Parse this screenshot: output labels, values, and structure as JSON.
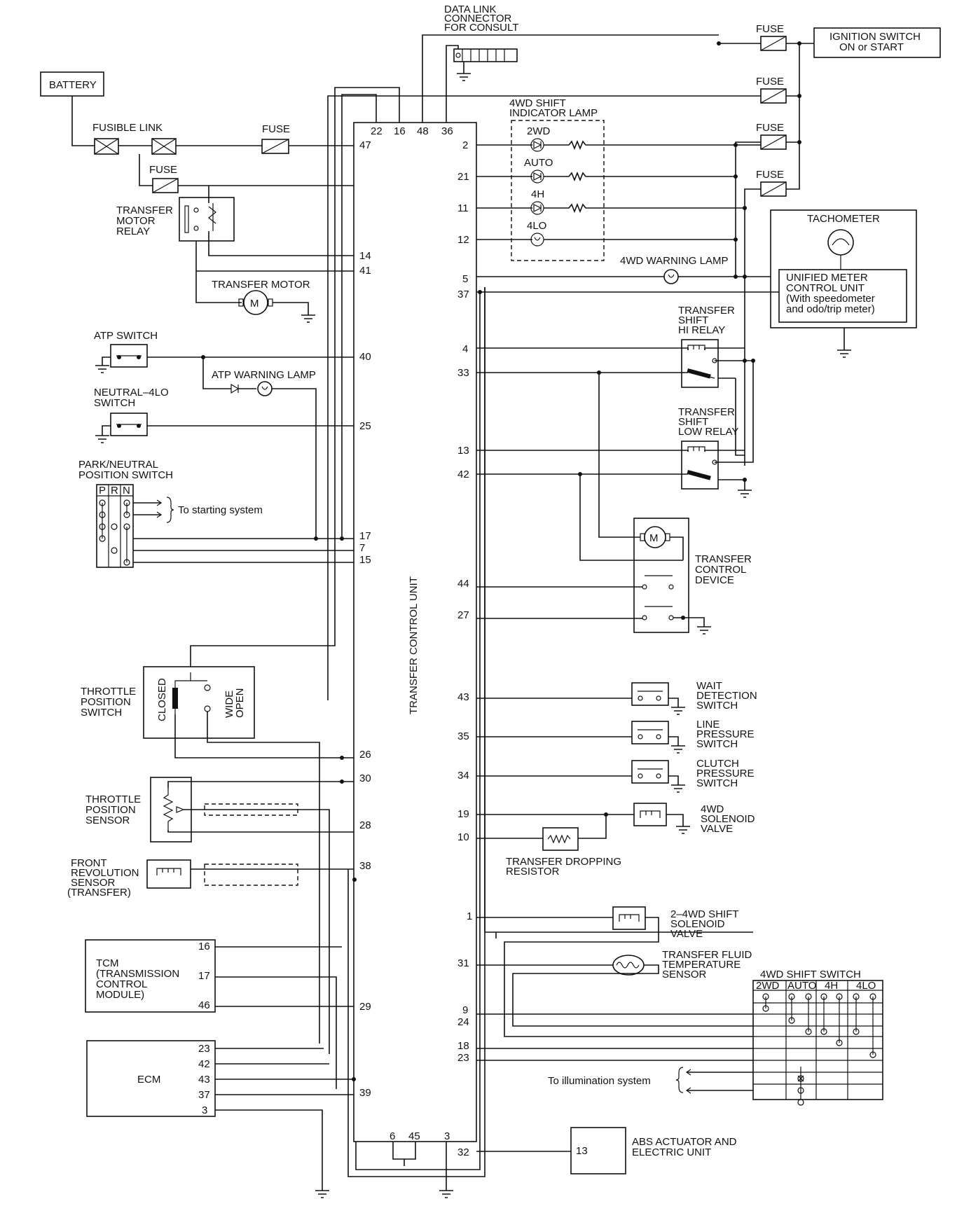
{
  "tcu": {
    "label": "TRANSFER CONTROL UNIT",
    "top_pins": [
      "22",
      "16",
      "48",
      "36"
    ],
    "bottom_pins": [
      "6",
      "45",
      "3"
    ],
    "left_pins": [
      "47",
      "14",
      "41",
      "40",
      "25",
      "17",
      "7",
      "15",
      "26",
      "30",
      "28",
      "38",
      "29",
      "39"
    ],
    "right_pins": [
      "2",
      "21",
      "11",
      "12",
      "5",
      "37",
      "4",
      "33",
      "13",
      "42",
      "44",
      "27",
      "43",
      "35",
      "34",
      "19",
      "10",
      "1",
      "31",
      "9",
      "24",
      "18",
      "23",
      "32"
    ]
  },
  "labels": {
    "battery": "BATTERY",
    "fusible_link": "FUSIBLE  LINK",
    "fuse": "FUSE",
    "dlc": [
      "DATA LINK",
      "CONNECTOR",
      "FOR CONSULT"
    ],
    "ignition": [
      "IGNITION SWITCH",
      "ON or START"
    ],
    "transfer_motor_relay": [
      "TRANSFER",
      "MOTOR",
      "RELAY"
    ],
    "transfer_motor": "TRANSFER MOTOR",
    "atp_switch": "ATP SWITCH",
    "atp_warning": "ATP WARNING LAMP",
    "neutral_4lo": [
      "NEUTRAL–4LO",
      "SWITCH"
    ],
    "pnp": [
      "PARK/NEUTRAL",
      "POSITION SWITCH"
    ],
    "pnp_cols": [
      "P",
      "R",
      "N"
    ],
    "to_starting": "To starting system",
    "tps_switch": [
      "THROTTLE",
      "POSITION",
      "SWITCH"
    ],
    "closed": "CLOSED",
    "wide_open": [
      "WIDE",
      "OPEN"
    ],
    "tp_sensor": [
      "THROTTLE",
      "POSITION",
      "SENSOR"
    ],
    "front_rev": [
      "FRONT",
      "REVOLUTION",
      "SENSOR",
      "(TRANSFER)"
    ],
    "tcm": [
      "TCM",
      "(TRANSMISSION",
      "CONTROL",
      "MODULE)"
    ],
    "tcm_pins": [
      "16",
      "17",
      "46"
    ],
    "ecm": "ECM",
    "ecm_pins": [
      "23",
      "42",
      "43",
      "37",
      "3"
    ],
    "indicator": [
      "4WD SHIFT",
      "INDICATOR LAMP"
    ],
    "ind_items": [
      "2WD",
      "AUTO",
      "4H",
      "4LO"
    ],
    "tachometer": "TACHOMETER",
    "unified": [
      "UNIFIED METER",
      "CONTROL UNIT",
      "(With speedometer",
      "and odo/trip meter)"
    ],
    "warning_4wd": "4WD WARNING LAMP",
    "hi_relay": [
      "TRANSFER",
      "SHIFT",
      "HI RELAY"
    ],
    "low_relay": [
      "TRANSFER",
      "SHIFT",
      "LOW RELAY"
    ],
    "control_device": [
      "TRANSFER",
      "CONTROL",
      "DEVICE"
    ],
    "wait": [
      "WAIT",
      "DETECTION",
      "SWITCH"
    ],
    "line_pressure": [
      "LINE",
      "PRESSURE",
      "SWITCH"
    ],
    "clutch_pressure": [
      "CLUTCH",
      "PRESSURE",
      "SWITCH"
    ],
    "solenoid_4wd": [
      "4WD",
      "SOLENOID",
      "VALVE"
    ],
    "dropping": [
      "TRANSFER DROPPING",
      "RESISTOR"
    ],
    "solenoid_24": [
      "2–4WD SHIFT",
      "SOLENOID",
      "VALVE"
    ],
    "fluid_temp": [
      "TRANSFER FLUID",
      "TEMPERATURE",
      "SENSOR"
    ],
    "shift_switch": "4WD SHIFT SWITCH",
    "shift_cols": [
      "2WD",
      "AUTO",
      "4H",
      "4LO"
    ],
    "illumination": "To illumination system",
    "abs": [
      "ABS ACTUATOR AND",
      "ELECTRIC UNIT"
    ],
    "abs_pin": "13"
  }
}
